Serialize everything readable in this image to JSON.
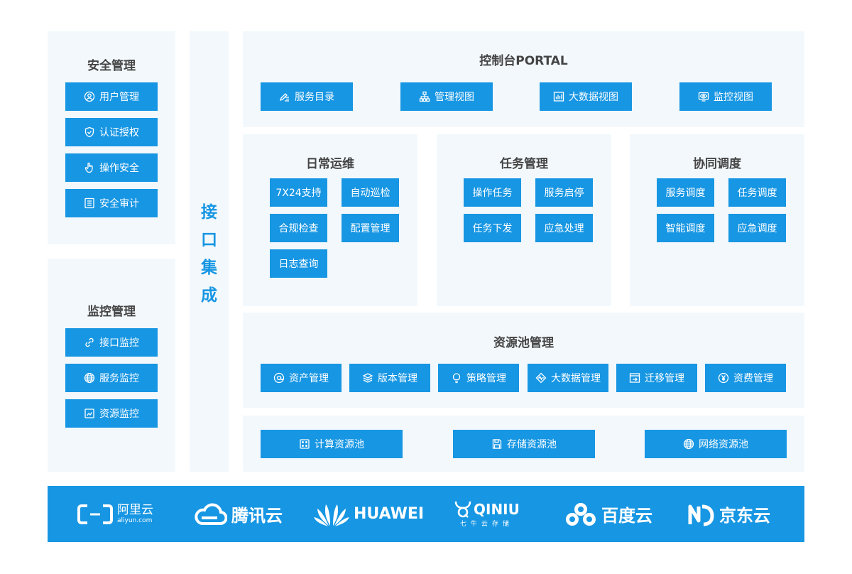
{
  "left": {
    "security": {
      "title": "安全管理",
      "items": [
        "用户管理",
        "认证授权",
        "操作安全",
        "安全审计"
      ]
    },
    "monitor": {
      "title": "监控管理",
      "items": [
        "接口监控",
        "服务监控",
        "资源监控"
      ]
    }
  },
  "integration": {
    "chars": [
      "接",
      "口",
      "集",
      "成"
    ]
  },
  "portal": {
    "title": "控制台PORTAL",
    "items": [
      "服务目录",
      "管理视图",
      "大数据视图",
      "监控视图"
    ]
  },
  "ops": {
    "title": "日常运维",
    "items": [
      "7X24支持",
      "自动巡检",
      "合规检查",
      "配置管理",
      "日志查询"
    ]
  },
  "task": {
    "title": "任务管理",
    "items": [
      "操作任务",
      "服务启停",
      "任务下发",
      "应急处理"
    ]
  },
  "coord": {
    "title": "协同调度",
    "items": [
      "服务调度",
      "任务调度",
      "智能调度",
      "应急调度"
    ]
  },
  "pool_mgmt": {
    "title": "资源池管理",
    "items": [
      "资产管理",
      "版本管理",
      "策略管理",
      "大数据管理",
      "迁移管理",
      "资费管理"
    ]
  },
  "pools": {
    "items": [
      "计算资源池",
      "存储资源池",
      "网络资源池"
    ]
  },
  "clouds": {
    "aliyun": {
      "name": "阿里云",
      "sub": "aliyun.com"
    },
    "tencent": {
      "name": "腾讯云"
    },
    "huawei": {
      "name": "HUAWEI"
    },
    "qiniu": {
      "name": "QINIU",
      "sub": "七牛云存储"
    },
    "baidu": {
      "name": "百度云"
    },
    "jd": {
      "name": "京东云"
    }
  },
  "colors": {
    "accent": "#1796e3",
    "panel": "#f3f8fc",
    "title_text": "#444444"
  }
}
